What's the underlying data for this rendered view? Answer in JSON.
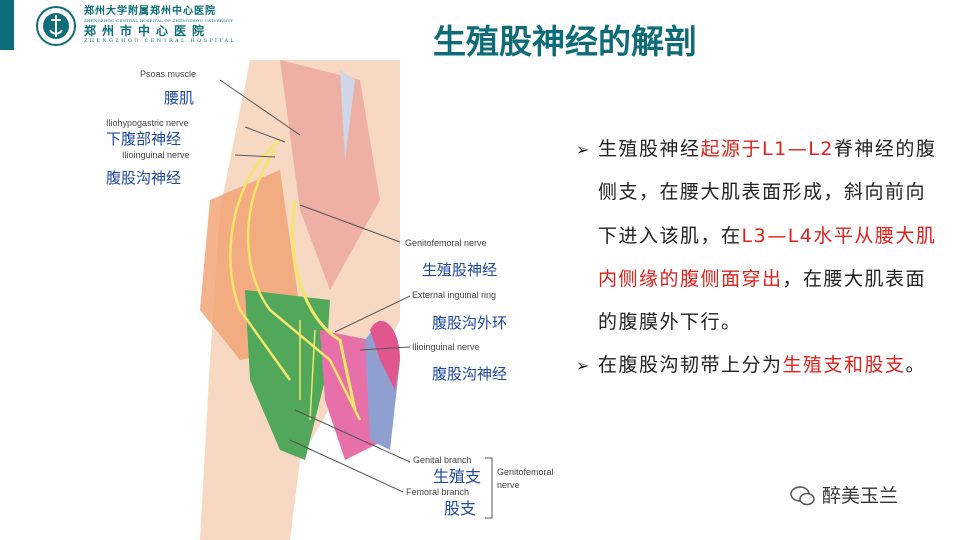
{
  "header": {
    "hospital_line1": "郑州大学附属郑州中心医院",
    "hospital_line2": "ZHENGZHOU CENTRAL HOSPITAL OF ZHENGZHOU UNIVERSITY",
    "hospital_line3": "郑州市中心医院",
    "hospital_line4": "ZHENGZHOU CENTRAL HOSPITAL",
    "title": "生殖股神经的解剖",
    "accent_color": "#0d6d7b"
  },
  "figure": {
    "labels_en": {
      "psoas": "Psoas muscle",
      "iliohypogastric": "Iliohypogastric nerve",
      "ilioinguinal_top": "Ilioinguinal nerve",
      "genitofemoral": "Genitofemoral nerve",
      "external_ring": "External inguinal ring",
      "ilioinguinal_bottom": "Ilioinguinal nerve",
      "genital_branch": "Genital branch",
      "femoral_branch": "Femoral branch",
      "genitofemoral_group_1": "Genitofemoral",
      "genitofemoral_group_2": "nerve"
    },
    "labels_cn": {
      "psoas": "腰肌",
      "iliohypogastric": "下腹部神经",
      "ilioinguinal_top": "腹股沟神经",
      "genitofemoral": "生殖股神经",
      "external_ring": "腹股沟外环",
      "ilioinguinal_bottom": "腹股沟神经",
      "genital_branch": "生殖支",
      "femoral_branch": "股支"
    }
  },
  "bullets": [
    {
      "segments": [
        {
          "text": "生殖股神经",
          "red": false
        },
        {
          "text": "起源于L1—L2",
          "red": true
        },
        {
          "text": "脊神经的腹侧支，在腰大肌表面形成，斜向前向下进入该肌，在",
          "red": false
        },
        {
          "text": "L3—L4水平从腰大肌内侧缘的腹侧面穿出",
          "red": true
        },
        {
          "text": "，在腰大肌表面的腹膜外下行。",
          "red": false
        }
      ]
    },
    {
      "segments": [
        {
          "text": "在腹股沟韧带上分为",
          "red": false
        },
        {
          "text": "生殖支和股支",
          "red": true
        },
        {
          "text": "。",
          "red": false
        }
      ]
    }
  ],
  "watermark": {
    "text": "醉美玉兰",
    "icon": "wechat-icon"
  }
}
